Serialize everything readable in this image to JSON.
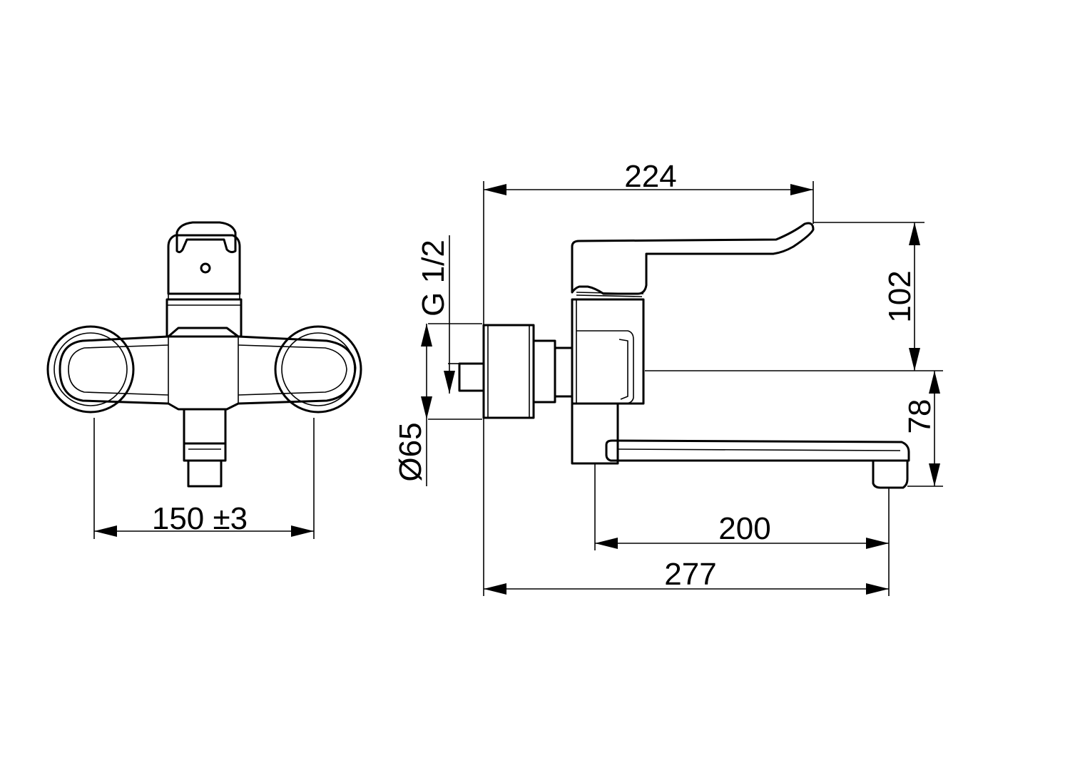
{
  "drawing": {
    "front_view": {
      "width_dimension": "150 ±3"
    },
    "side_view": {
      "overall_handle_reach": "224",
      "handle_height": "102",
      "spout_height": "78",
      "spout_length": "200",
      "overall_depth": "277",
      "thread": "G 1/2",
      "escutcheon_diameter": "Ø65"
    }
  }
}
